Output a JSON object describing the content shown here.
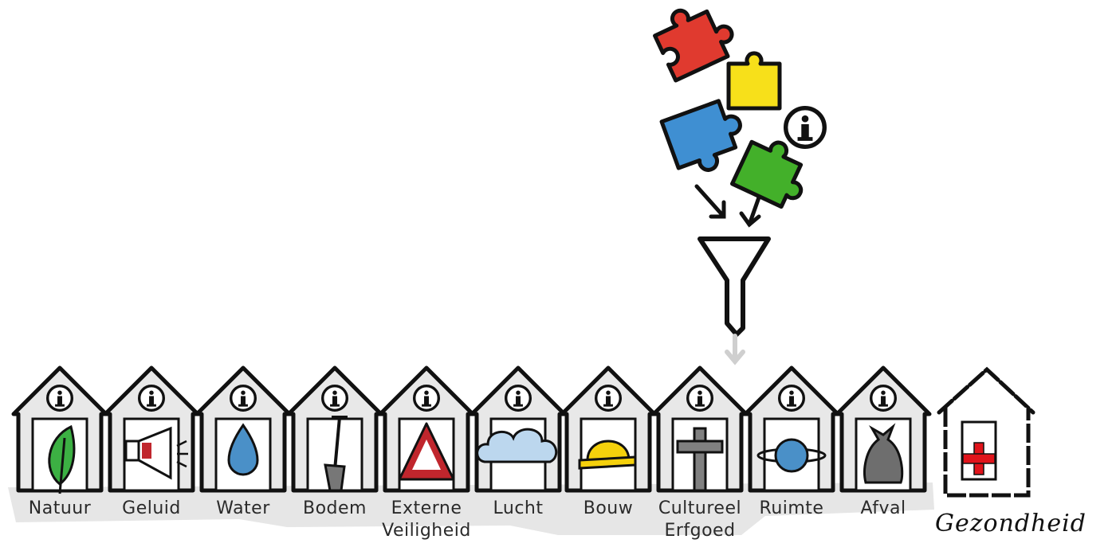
{
  "houses": [
    {
      "label": "Natuur",
      "icon": "leaf-icon",
      "color": "#3cb043"
    },
    {
      "label": "Geluid",
      "icon": "megaphone-icon",
      "color": "#c0262d"
    },
    {
      "label": "Water",
      "icon": "water-drop-icon",
      "color": "#4a90c8"
    },
    {
      "label": "Bodem",
      "icon": "shovel-icon",
      "color": "#777777"
    },
    {
      "label": "Externe",
      "label2": "Veiligheid",
      "icon": "warning-triangle-icon",
      "color": "#c0262d"
    },
    {
      "label": "Lucht",
      "icon": "cloud-icon",
      "color": "#bcd7ee"
    },
    {
      "label": "Bouw",
      "icon": "hard-hat-icon",
      "color": "#f5d10c"
    },
    {
      "label": "Cultureel",
      "label2": "Erfgoed",
      "icon": "cross-icon",
      "color": "#808080"
    },
    {
      "label": "Ruimte",
      "icon": "planet-icon",
      "color": "#4a90c8"
    },
    {
      "label": "Afval",
      "icon": "garbage-bag-icon",
      "color": "#6e6e6e"
    }
  ],
  "health_house": {
    "label": "Gezondheid",
    "icon": "red-cross-icon",
    "color": "#e0141b"
  },
  "puzzle_pieces": [
    {
      "name": "red-puzzle-piece-icon",
      "color": "#e03a2f"
    },
    {
      "name": "yellow-puzzle-piece-icon",
      "color": "#f7e01a"
    },
    {
      "name": "blue-puzzle-piece-icon",
      "color": "#3f8fd2"
    },
    {
      "name": "green-puzzle-piece-icon",
      "color": "#43b02a"
    }
  ],
  "info_icon": "info-icon",
  "funnel_icon": "funnel-icon"
}
